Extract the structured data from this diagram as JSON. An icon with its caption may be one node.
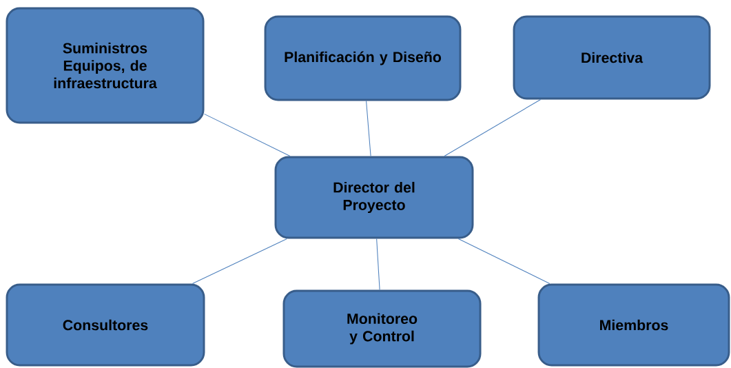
{
  "diagram": {
    "nodes": [
      {
        "text": [
          "Suministros Equipos, de infraestructura"
        ]
      },
      {
        "text": [
          "Planificación y Diseño"
        ]
      },
      {
        "text": [
          "Directiva"
        ]
      },
      {
        "text": [
          "Director del Proyecto"
        ]
      },
      {
        "text": [
          "Consultores"
        ]
      },
      {
        "text": [
          "Monitoreo y Control"
        ]
      },
      {
        "text": [
          "Miembros"
        ]
      }
    ],
    "edges": [
      {
        "from": 3,
        "to": 0,
        "arrow": "none"
      },
      {
        "from": 3,
        "to": 1,
        "arrow": "none"
      },
      {
        "from": 3,
        "to": 2,
        "arrow": "none"
      },
      {
        "from": 3,
        "to": 4,
        "arrow": "none"
      },
      {
        "from": 3,
        "to": 5,
        "arrow": "none"
      },
      {
        "from": 3,
        "to": 6,
        "arrow": "none"
      }
    ]
  }
}
